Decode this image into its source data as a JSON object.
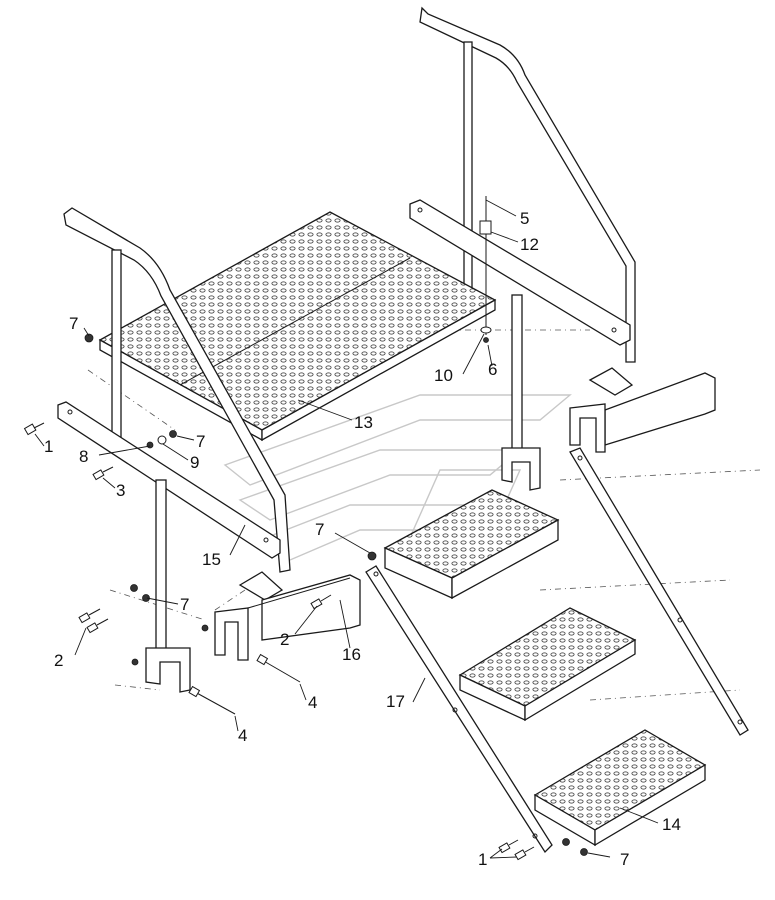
{
  "diagram": {
    "callouts": [
      {
        "id": "c5",
        "text": "5"
      },
      {
        "id": "c12",
        "text": "12"
      },
      {
        "id": "c7a",
        "text": "7"
      },
      {
        "id": "c10",
        "text": "10"
      },
      {
        "id": "c6",
        "text": "6"
      },
      {
        "id": "c1a",
        "text": "1"
      },
      {
        "id": "c13",
        "text": "13"
      },
      {
        "id": "c7b",
        "text": "7"
      },
      {
        "id": "c8",
        "text": "8"
      },
      {
        "id": "c9",
        "text": "9"
      },
      {
        "id": "c3",
        "text": "3"
      },
      {
        "id": "c15",
        "text": "15"
      },
      {
        "id": "c7c",
        "text": "7"
      },
      {
        "id": "c7d",
        "text": "7"
      },
      {
        "id": "c2a",
        "text": "2"
      },
      {
        "id": "c2b",
        "text": "2"
      },
      {
        "id": "c16",
        "text": "16"
      },
      {
        "id": "c4a",
        "text": "4"
      },
      {
        "id": "c17",
        "text": "17"
      },
      {
        "id": "c4b",
        "text": "4"
      },
      {
        "id": "c14",
        "text": "14"
      },
      {
        "id": "c1b",
        "text": "1"
      },
      {
        "id": "c7e",
        "text": "7"
      }
    ]
  }
}
